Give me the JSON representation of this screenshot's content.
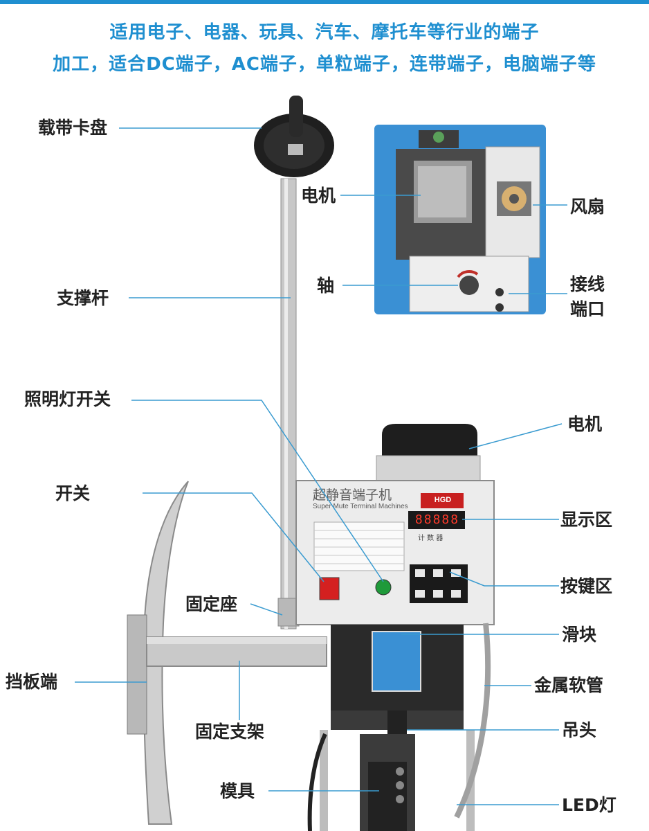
{
  "headline": {
    "line1": "适用电子、电器、玩具、汽车、摩托车等行业的端子",
    "line2": "加工，适合DC端子，AC端子，单粒端子，连带端子，电脑端子等"
  },
  "labels": {
    "reel": "载带卡盘",
    "motor_inset": "电机",
    "fan": "风扇",
    "support_rod": "支撑杆",
    "shaft": "轴",
    "wiring_port_line1": "接线",
    "wiring_port_line2": "端口",
    "light_switch": "照明灯开关",
    "motor_main": "电机",
    "switch": "开关",
    "display": "显示区",
    "keypad": "按键区",
    "mount_seat": "固定座",
    "slider": "滑块",
    "baffle": "挡板端",
    "metal_hose": "金属软管",
    "bracket": "固定支架",
    "hanger": "吊头",
    "mold": "模具",
    "led": "LED灯"
  },
  "panel": {
    "title_cn": "超静音端子机",
    "title_en": "Super Mute Terminal Machines",
    "brand": "HGD",
    "counter": "88888",
    "counter_label": "计 数 器"
  },
  "colors": {
    "accent": "#1f8fd0",
    "leader": "#3a9bd0",
    "text": "#222222"
  }
}
